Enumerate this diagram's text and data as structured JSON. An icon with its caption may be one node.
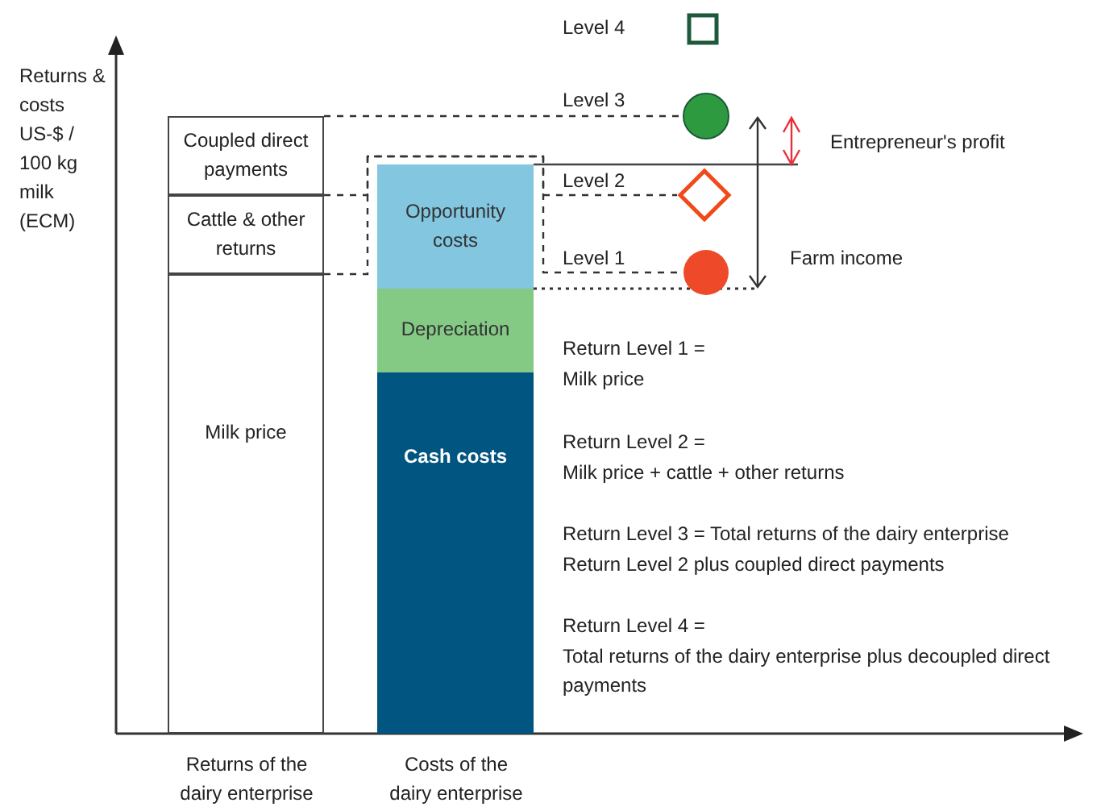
{
  "diagram": {
    "nodes": [
      {
        "text": [
          "Coupled direct payments"
        ]
      },
      {
        "text": [
          "Cattle & other returns"
        ]
      },
      {
        "text": [
          "Milk price"
        ]
      },
      {
        "text": [
          "Opportunity costs"
        ]
      },
      {
        "text": [
          "Depreciation"
        ]
      },
      {
        "text": [
          "Cash costs"
        ]
      },
      {
        "text": [],
        "shape": "box"
      },
      {
        "text": [],
        "shape": "circle"
      },
      {
        "text": [],
        "shape": "diamond"
      },
      {
        "text": [],
        "shape": "circle"
      }
    ],
    "edges": [
      {
        "from": 0,
        "to": 7,
        "arrow": "none",
        "style": "dashed"
      },
      {
        "from": 1,
        "to": 8,
        "arrow": "none",
        "style": "dashed"
      },
      {
        "from": 2,
        "to": 9,
        "arrow": "none",
        "style": "dashed"
      }
    ],
    "labels": [
      "Level 4",
      "Level 3",
      "Returns & costs US-$ / 100 kg milk (ECM)",
      "Level 2",
      "Level 1",
      "Entrepreneur's profit",
      "Farm income",
      "Return Level 1 =",
      "Milk price",
      "Return Level 2 =",
      "Milk price + cattle + other returns",
      "Return Level 3 = Total returns of the dairy enterprise",
      "Return Level 2 plus coupled direct payments",
      "Return Level 4 =",
      "Total returns of the dairy enterprise plus decoupled direct payments",
      "Returns of the dairy enterprise",
      "Costs of the dairy enterprise"
    ]
  }
}
